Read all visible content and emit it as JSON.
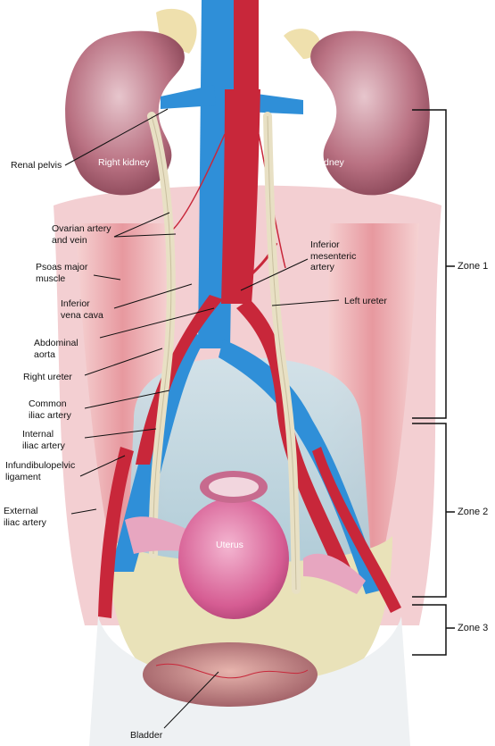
{
  "labels": {
    "renal_pelvis": "Renal pelvis",
    "right_kidney": "Right kidney",
    "left_kidney": "Left kidney",
    "ovarian_artery_vein": [
      "Ovarian artery",
      "and vein"
    ],
    "psoas_major": [
      "Psoas major",
      "muscle"
    ],
    "inferior_vena_cava": [
      "Inferior",
      "vena cava"
    ],
    "abdominal_aorta": [
      "Abdominal",
      "aorta"
    ],
    "right_ureter": "Right ureter",
    "common_iliac": [
      "Common",
      "iliac artery"
    ],
    "internal_iliac": [
      "Internal",
      "iliac artery"
    ],
    "infundibulopelvic": [
      "Infundibulopelvic",
      "ligament"
    ],
    "external_iliac": [
      "External",
      "iliac artery"
    ],
    "inferior_mesenteric": [
      "Inferior",
      "mesenteric",
      "artery"
    ],
    "left_ureter": "Left ureter",
    "uterus": "Uterus",
    "bladder": "Bladder"
  },
  "zones": {
    "zone1": "Zone 1",
    "zone2": "Zone 2",
    "zone3": "Zone 3"
  },
  "colors": {
    "artery": "#c8273a",
    "vein": "#2f8fd8",
    "ureter": "#e8e0c4",
    "kidney": "#a0566a",
    "muscle": "#e89a9f",
    "uterus": "#d65d93",
    "bladder": "#b5737a"
  }
}
